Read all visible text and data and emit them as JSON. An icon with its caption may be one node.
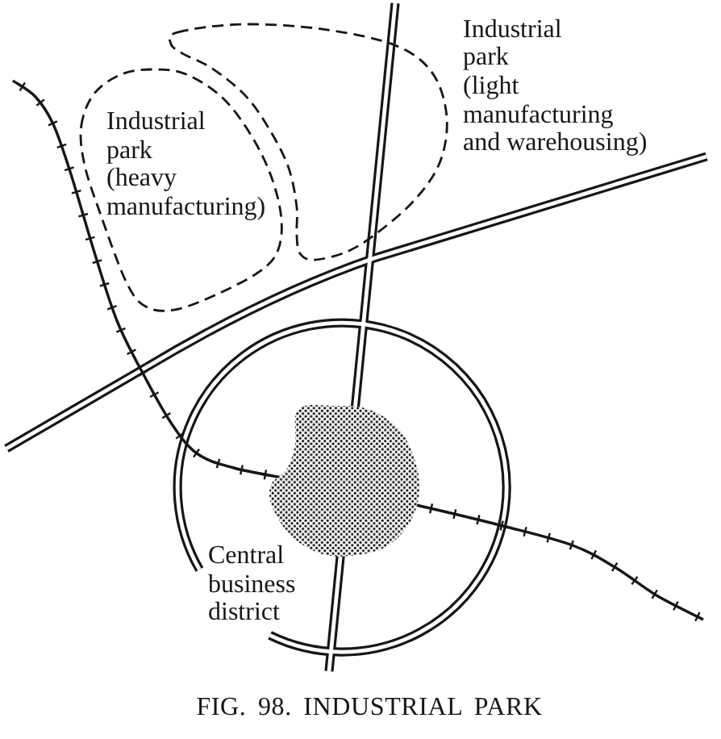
{
  "diagram": {
    "caption": "FIG. 98. INDUSTRIAL PARK",
    "nodes": [
      {
        "text": [
          "Industrial park (light manufacturing and warehousing)"
        ]
      },
      {
        "text": [
          "Industrial park (heavy manufacturing)"
        ]
      },
      {
        "text": [
          "Central business district"
        ]
      }
    ]
  }
}
